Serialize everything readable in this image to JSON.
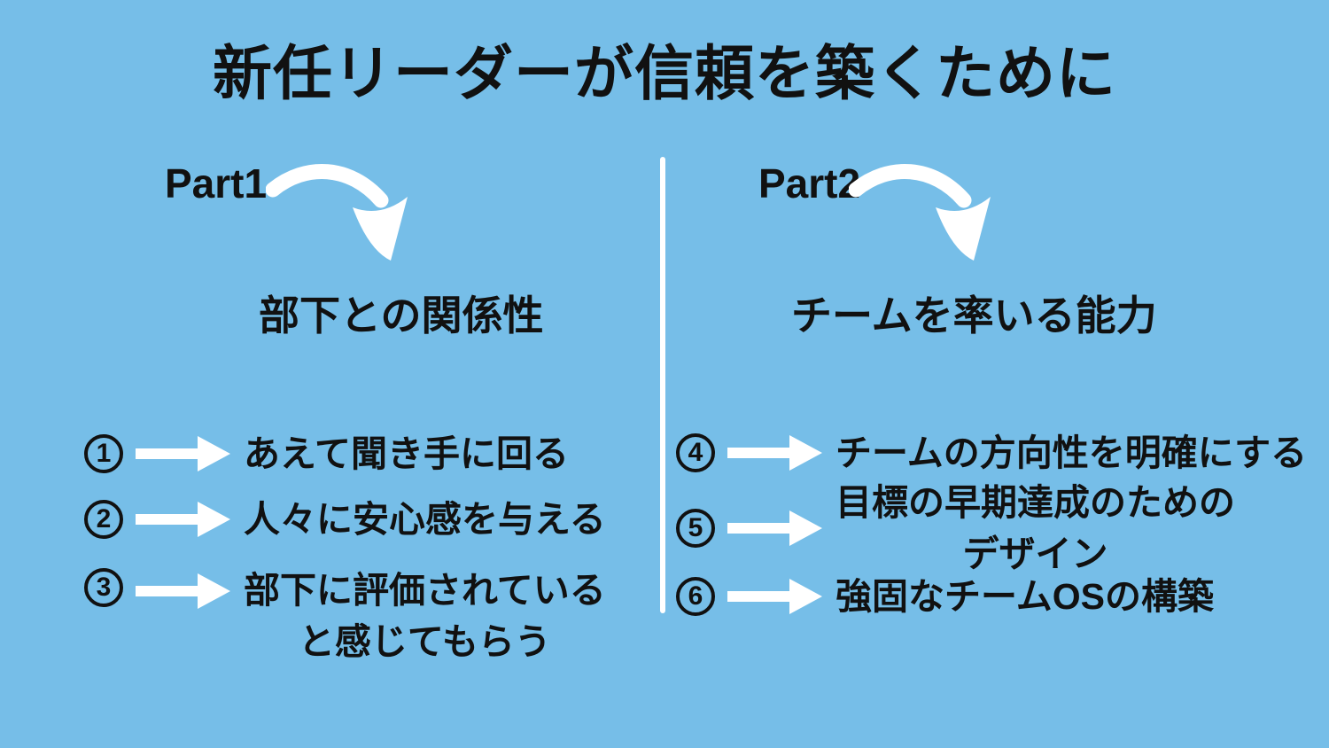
{
  "title": "新任リーダーが信頼を築くために",
  "colors": {
    "background": "#76BEE8",
    "text": "#111111",
    "arrow_and_divider": "#FFFFFF"
  },
  "left": {
    "part_label": "Part1",
    "heading": "部下との関係性",
    "items": [
      {
        "num": "1",
        "text": "あえて聞き手に回る"
      },
      {
        "num": "2",
        "text": "人々に安心感を与える"
      },
      {
        "num": "3",
        "text": "部下に評価されている",
        "text2": "と感じてもらう"
      }
    ]
  },
  "right": {
    "part_label": "Part2",
    "heading": "チームを率いる能力",
    "items": [
      {
        "num": "4",
        "text": "チームの方向性を明確にする"
      },
      {
        "num": "5",
        "text": "目標の早期達成のための",
        "text2": "デザイン"
      },
      {
        "num": "6",
        "text": "強固なチームOSの構築"
      }
    ]
  }
}
